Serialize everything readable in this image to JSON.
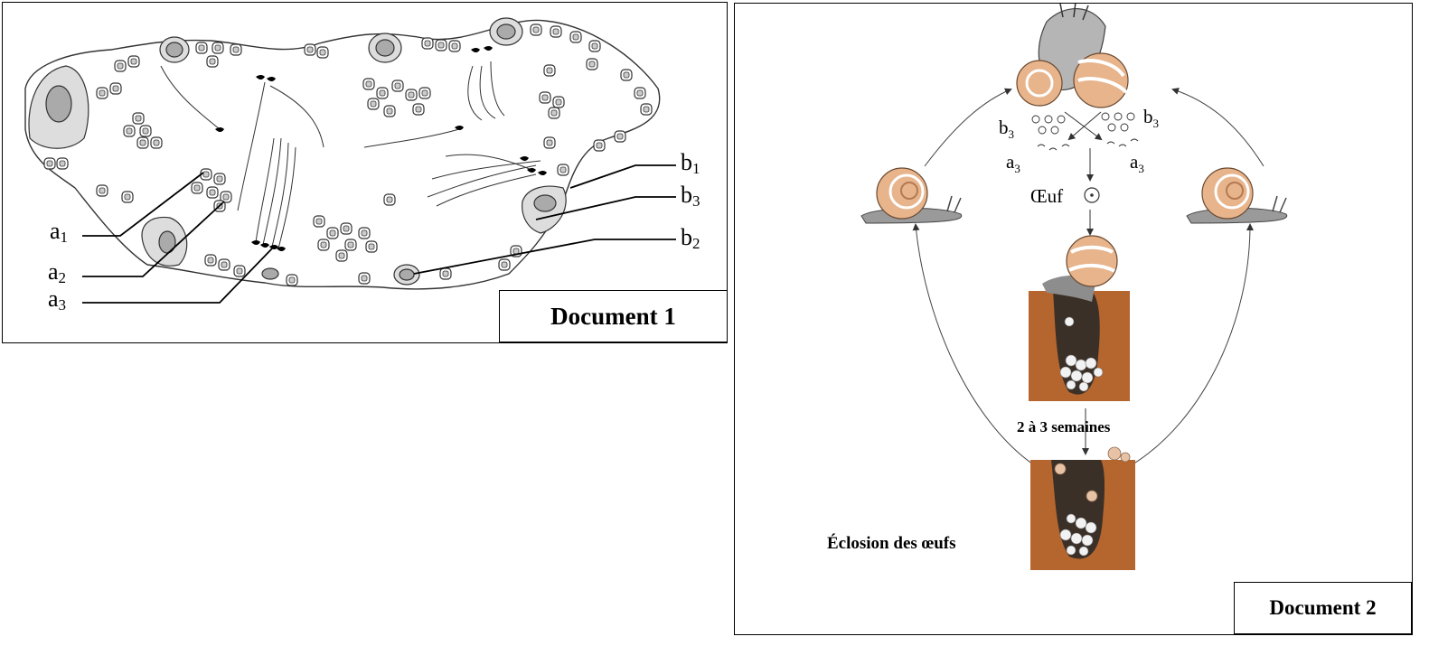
{
  "document1": {
    "title": "Document 1",
    "labels": [
      {
        "id": "a1",
        "letter": "a",
        "sub": "1"
      },
      {
        "id": "a2",
        "letter": "a",
        "sub": "2"
      },
      {
        "id": "a3",
        "letter": "a",
        "sub": "3"
      },
      {
        "id": "b1",
        "letter": "b",
        "sub": "1"
      },
      {
        "id": "b3",
        "letter": "b",
        "sub": "3"
      },
      {
        "id": "b2",
        "letter": "b",
        "sub": "2"
      }
    ]
  },
  "document2": {
    "title": "Document 2",
    "egg_label": "Œuf",
    "duration_label": "2 à 3 semaines",
    "hatching_label": "Éclosion des œufs",
    "gamete_labels": {
      "b3_left": {
        "letter": "b",
        "sub": "3"
      },
      "b3_right": {
        "letter": "b",
        "sub": "3"
      },
      "a3_left": {
        "letter": "a",
        "sub": "3"
      },
      "a3_right": {
        "letter": "a",
        "sub": "3"
      }
    },
    "colors": {
      "soil": "#b5652e",
      "shell": "#e7b48c",
      "snail_body": "#9a9a9a"
    }
  }
}
